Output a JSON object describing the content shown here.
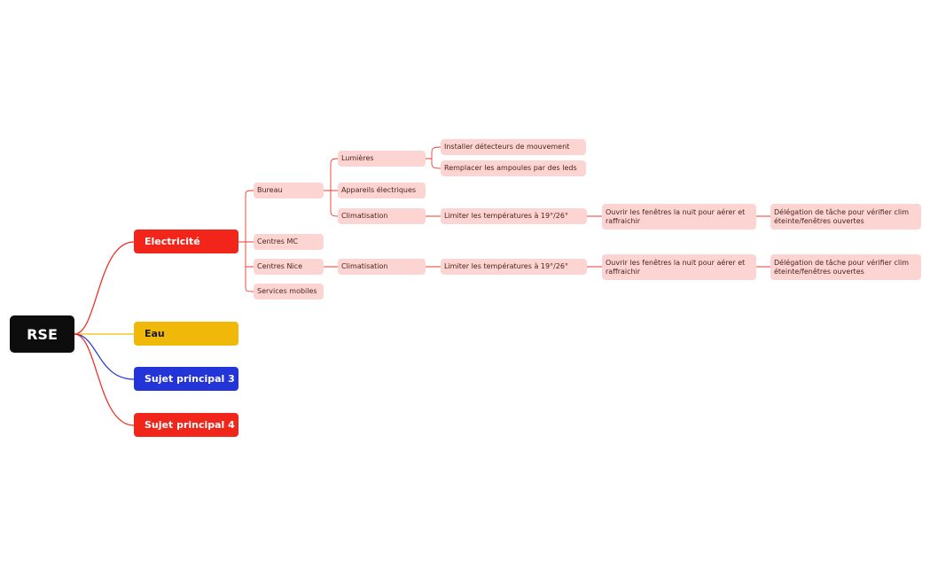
{
  "root": {
    "label": "RSE",
    "color": "#0d0d0d"
  },
  "colors": {
    "electricity": "#f2251a",
    "water": "#f0b90a",
    "topic3": "#2334d9",
    "topic4": "#f2251a",
    "subtopic_fill": "#fcd5d2",
    "subtopic_line": "#ef3b2c"
  },
  "main_topics": {
    "electricite": "Electricité",
    "eau": "Eau",
    "sujet3": "Sujet principal 3",
    "sujet4": "Sujet principal 4"
  },
  "electricite_branches": {
    "bureau": {
      "label": "Bureau",
      "lumieres": {
        "label": "Lumières",
        "detecteurs": "Installer détecteurs de mouvement",
        "ampoules": "Remplacer les ampoules par des leds"
      },
      "appareils": "Appareils électriques",
      "climatisation": {
        "label": "Climatisation",
        "limiter": "Limiter les températures à 19°/26°",
        "ouvrir": "Ouvrir les fenêtres la nuit pour aérer et raffraichir",
        "delegation": "Délégation de tâche pour vérifier clim éteinte/fenêtres ouvertes"
      }
    },
    "centres_mc": "Centres MC",
    "centres_nice": {
      "label": "Centres Nice",
      "climatisation": {
        "label": "Climatisation",
        "limiter": "Limiter les températures à 19°/26°",
        "ouvrir": "Ouvrir les fenêtres la nuit pour aérer et raffraichir",
        "delegation": "Délégation de tâche pour vérifier clim éteinte/fenêtres ouvertes"
      }
    },
    "services_mobiles": "Services mobiles"
  }
}
